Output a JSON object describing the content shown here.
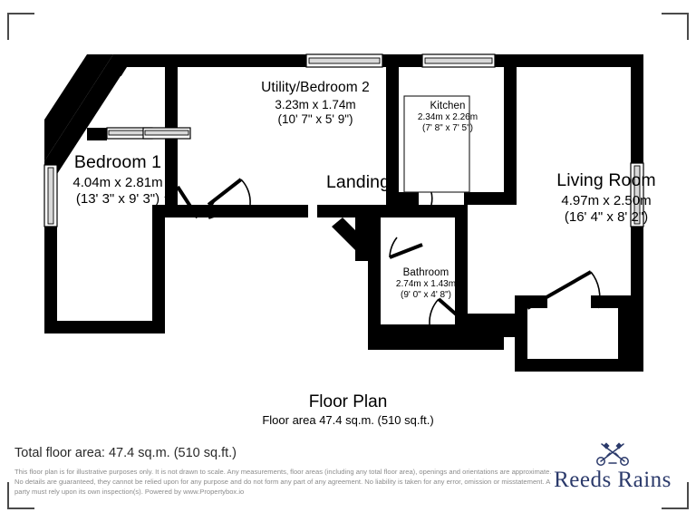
{
  "document": {
    "title": "Floor Plan",
    "subtitle": "Floor area 47.4 sq.m. (510 sq.ft.)",
    "total_area": "Total floor area: 47.4 sq.m. (510 sq.ft.)",
    "disclaimer": "This floor plan is for illustrative purposes only. It is not drawn to scale. Any measurements, floor areas (including any total floor area), openings and orientations are approximate. No details are guaranteed, they cannot be relied upon for any purpose and do not form any part of any agreement. No liability is taken for any error, omission or misstatement. A party must rely upon its own inspection(s). Powered by www.Propertybox.io"
  },
  "brand": {
    "name": "Reeds Rains",
    "icon": "crossed-keys-icon",
    "color": "#2b3a6b"
  },
  "colors": {
    "wall": "#000000",
    "background": "#ffffff",
    "window_fill": "#d9d9d9",
    "crop_mark": "#4a4a4a",
    "thin_outline": "#1a1a1a"
  },
  "rooms": [
    {
      "id": "bedroom1",
      "name": "Bedroom 1",
      "dimensions_metric": "4.04m x 2.81m",
      "dimensions_imperial": "(13' 3\" x 9' 3\")"
    },
    {
      "id": "utility",
      "name": "Utility/Bedroom 2",
      "dimensions_metric": "3.23m x 1.74m",
      "dimensions_imperial": "(10' 7\" x 5' 9\")"
    },
    {
      "id": "kitchen",
      "name": "Kitchen",
      "dimensions_metric": "2.34m x 2.26m",
      "dimensions_imperial": "(7' 8\" x 7' 5\")"
    },
    {
      "id": "livingroom",
      "name": "Living Room",
      "dimensions_metric": "4.97m x 2.50m",
      "dimensions_imperial": "(16' 4\" x 8' 2\")"
    },
    {
      "id": "bathroom",
      "name": "Bathroom",
      "dimensions_metric": "2.74m x 1.43m",
      "dimensions_imperial": "(9' 0\" x 4' 8\")"
    },
    {
      "id": "landing",
      "name": "Landing",
      "dimensions_metric": "",
      "dimensions_imperial": ""
    }
  ]
}
